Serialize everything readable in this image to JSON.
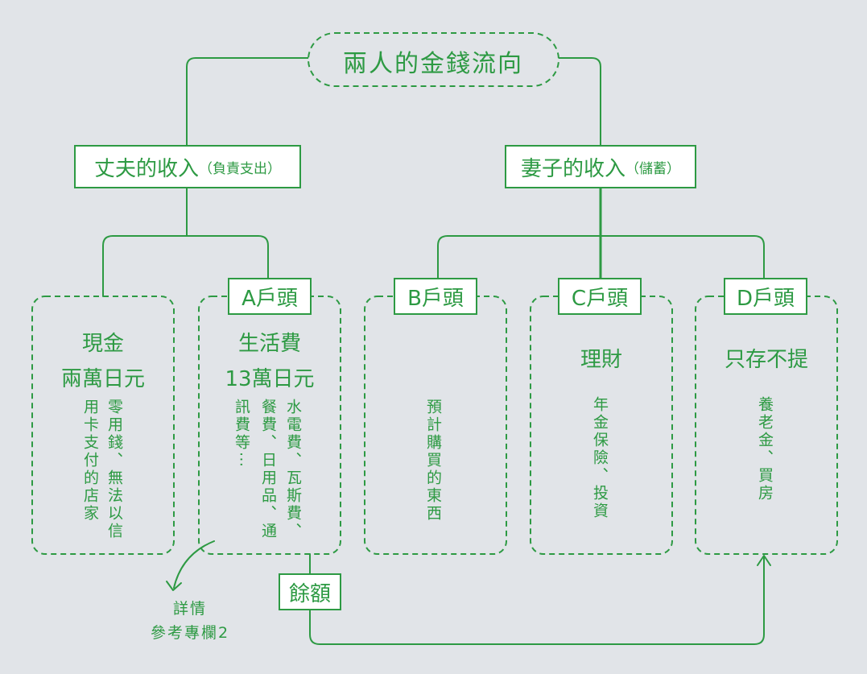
{
  "colors": {
    "accent": "#2d9a43",
    "background": "#e1e4e8",
    "box_fill": "#ffffff"
  },
  "title": "兩人的金錢流向",
  "husband": {
    "main": "丈夫的收入",
    "sub": "（負責支出）"
  },
  "wife": {
    "main": "妻子的收入",
    "sub": "（儲蓄）"
  },
  "cash": {
    "title1": "現金",
    "title2": "兩萬日元",
    "note_col1": "零用錢、無法以信",
    "note_col2": "用卡支付的店家"
  },
  "account_a": {
    "label": "A戶頭",
    "title1": "生活費",
    "title2": "13萬日元",
    "note_col1": "水電費、瓦斯費、",
    "note_col2": "餐費、日用品、通",
    "note_col3": "訊費等⋯"
  },
  "account_b": {
    "label": "B戶頭",
    "note": "預計購買的東西"
  },
  "account_c": {
    "label": "C戶頭",
    "title": "理財",
    "note": "年金保險、投資"
  },
  "account_d": {
    "label": "D戶頭",
    "title": "只存不提",
    "note": "養老金、買房"
  },
  "remainder": "餘額",
  "details": {
    "line1": "詳情",
    "line2": "參考專欄2"
  }
}
